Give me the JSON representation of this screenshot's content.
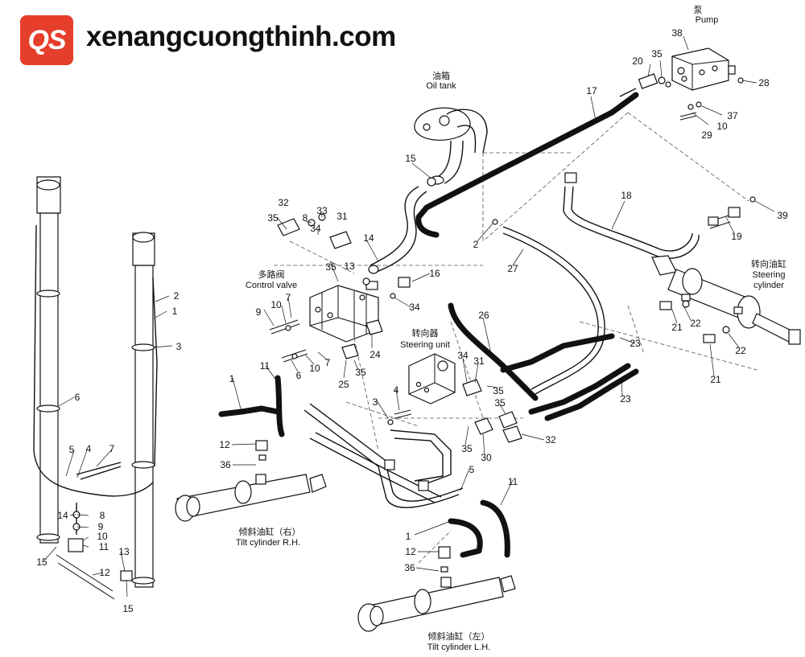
{
  "brand": {
    "logo_text": "QS",
    "site": "xenangcuongthinh.com",
    "logo_color": "#e53e2b"
  },
  "components": {
    "pump_cn": "泵",
    "pump_en": "Pump",
    "oil_tank_cn": "油箱",
    "oil_tank_en": "Oil tank",
    "control_valve_cn": "多路阀",
    "control_valve_en": "Control valve",
    "steering_unit_cn": "转向器",
    "steering_unit_en": "Steering unit",
    "steering_cylinder_cn": "转向油缸",
    "steering_cylinder_en_1": "Steering",
    "steering_cylinder_en_2": "cylinder",
    "tilt_rh_cn": "倾斜油缸（右）",
    "tilt_rh_en": "Tilt cylinder R.H.",
    "tilt_lh_cn": "倾斜油缸（左）",
    "tilt_lh_en": "Tilt cylinder L.H."
  },
  "numbers": {
    "n38": "38",
    "n35a": "35",
    "n20": "20",
    "n28": "28",
    "n17": "17",
    "n37": "37",
    "n10a": "10",
    "n29": "29",
    "n15a": "15",
    "n18": "18",
    "n39": "39",
    "n19": "19",
    "n2a": "2",
    "n27": "27",
    "n32a": "32",
    "n33": "33",
    "n35b": "35",
    "n8a": "8",
    "n31a": "31",
    "n34a": "34",
    "n14a": "14",
    "n35c": "35",
    "n13a": "13",
    "n16": "16",
    "n34b": "34",
    "n9a": "9",
    "n10b": "10",
    "n7a": "7",
    "n6a": "6",
    "n10c": "10",
    "n7b": "7",
    "n24": "24",
    "n25": "25",
    "n35d": "35",
    "n26": "26",
    "n21a": "21",
    "n22a": "22",
    "n22b": "22",
    "n21b": "21",
    "n23a": "23",
    "n23b": "23",
    "n34c": "34",
    "n31b": "31",
    "n35e": "35",
    "n35f": "35",
    "n30": "30",
    "n32b": "32",
    "n3a": "3",
    "n4a": "4",
    "n1a": "1",
    "n11a": "11",
    "n12a": "12",
    "n36a": "36",
    "n5a": "5",
    "n11b": "11",
    "n1b": "1",
    "n12b": "12",
    "n36b": "36",
    "n2b": "2",
    "n1c": "1",
    "n3b": "3",
    "n6b": "6",
    "n5b": "5",
    "n4b": "4",
    "n7c": "7",
    "n14b": "14",
    "n8b": "8",
    "n9b": "9",
    "n10d": "10",
    "n11c": "11",
    "n15b": "15",
    "n13b": "13",
    "n12c": "12",
    "n15c": "15"
  }
}
